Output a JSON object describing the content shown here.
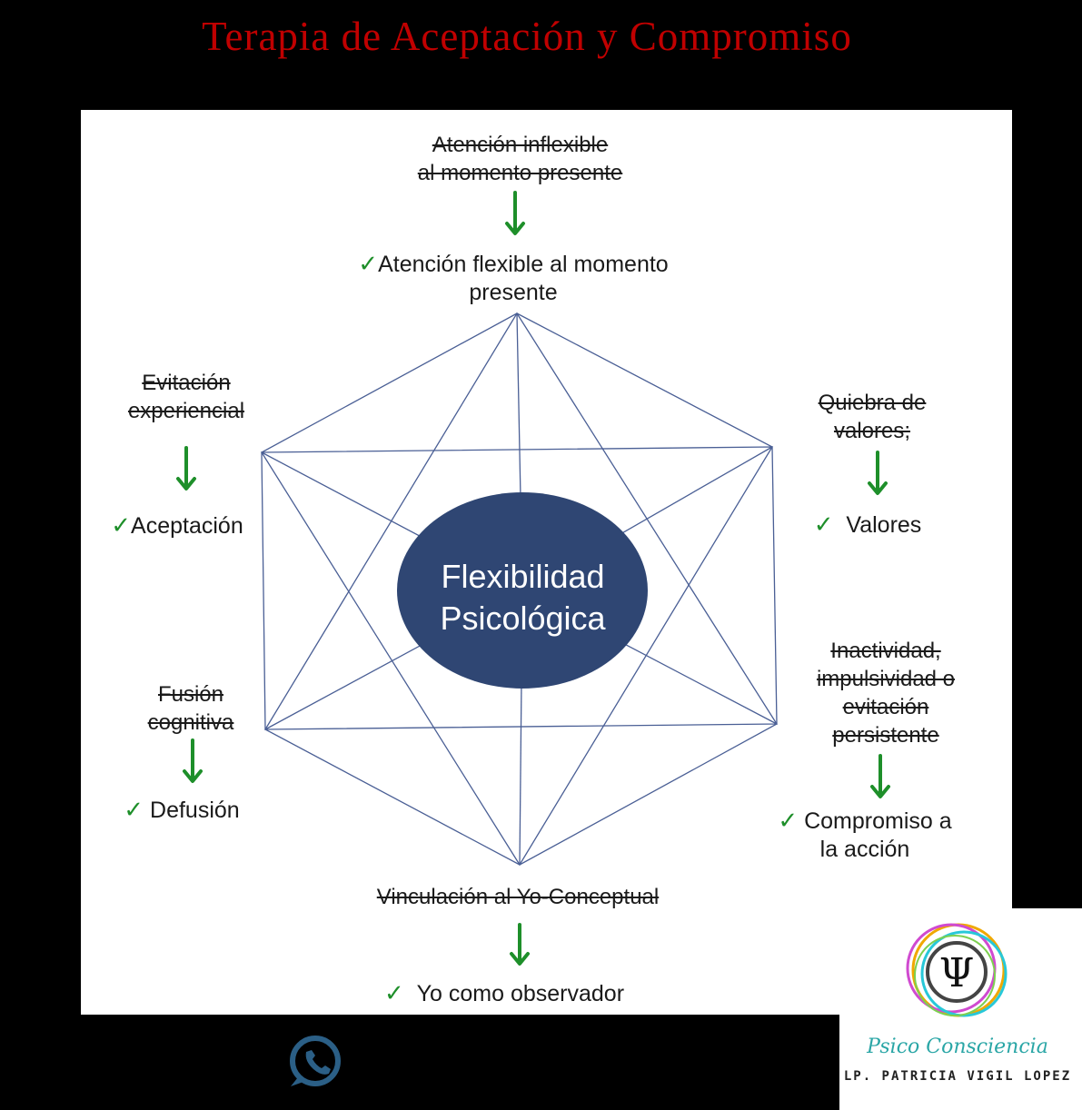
{
  "title": "Terapia de Aceptación y Compromiso",
  "center": {
    "line1": "Flexibilidad",
    "line2": "Psicológica"
  },
  "check_mark": "✓",
  "nodes": {
    "top": {
      "from": [
        "Atención inflexible",
        "al momento presente"
      ],
      "to": [
        "Atención flexible al momento",
        "presente"
      ]
    },
    "left_upper": {
      "from": [
        "Evitación",
        "experiencial"
      ],
      "to": [
        "Aceptación"
      ]
    },
    "right_upper": {
      "from": [
        "Quiebra de",
        "valores;"
      ],
      "to": [
        "Valores"
      ]
    },
    "left_lower": {
      "from": [
        "Fusión",
        "cognitiva"
      ],
      "to": [
        "Defusión"
      ]
    },
    "right_lower": {
      "from": [
        "Inactividad,",
        "impulsividad o",
        "evitación",
        "persistente"
      ],
      "to": [
        "Compromiso a",
        "la acción"
      ]
    },
    "bottom": {
      "from": [
        "Vinculación al Yo-Conceptual"
      ],
      "to": [
        "Yo como observador"
      ]
    }
  },
  "colors": {
    "title": "#c00000",
    "lines": "#4a5f95",
    "center_fill": "#2f4673",
    "arrow": "#1e8f2a",
    "check": "#1e8f2a"
  },
  "icons": {
    "whatsapp": "whatsapp-icon",
    "logo": "psi-logo-icon"
  },
  "brand": {
    "name": "Psico Consciencia",
    "owner": "LP. PATRICIA VIGIL LOPEZ"
  }
}
